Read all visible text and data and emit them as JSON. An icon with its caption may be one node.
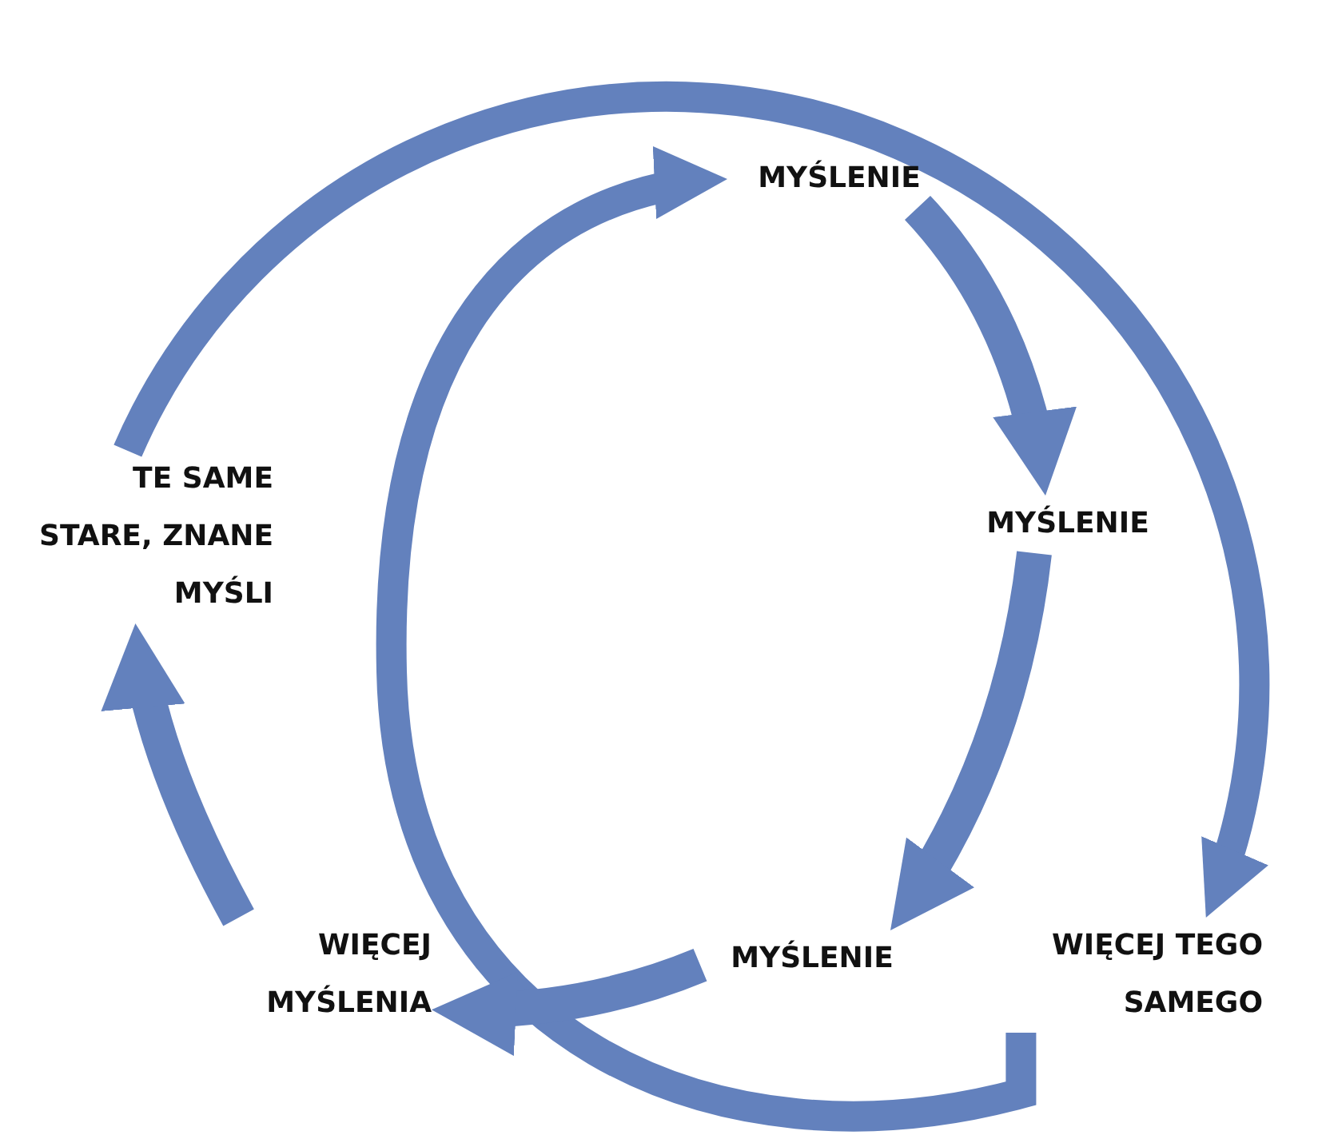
{
  "diagram": {
    "nodes": [
      {
        "text": [
          "MYŚLENIE"
        ]
      },
      {
        "text": [
          "MYŚLENIE"
        ]
      },
      {
        "text": [
          "MYŚLENIE"
        ]
      },
      {
        "text": [
          "WIĘCEJ TEGO SAMEGO"
        ]
      },
      {
        "text": [
          "WIĘCEJ MYŚLENIA"
        ]
      },
      {
        "text": [
          "TE SAME STARE, ZNANE MYŚLI"
        ]
      }
    ],
    "edges": [
      {
        "from": 5,
        "to": 3,
        "arrow": "to"
      },
      {
        "from": 3,
        "to": 0,
        "arrow": "to"
      },
      {
        "from": 0,
        "to": 1,
        "arrow": "to"
      },
      {
        "from": 1,
        "to": 2,
        "arrow": "to"
      },
      {
        "from": 2,
        "to": 4,
        "arrow": "to"
      },
      {
        "from": 4,
        "to": 5,
        "arrow": "to"
      }
    ]
  }
}
